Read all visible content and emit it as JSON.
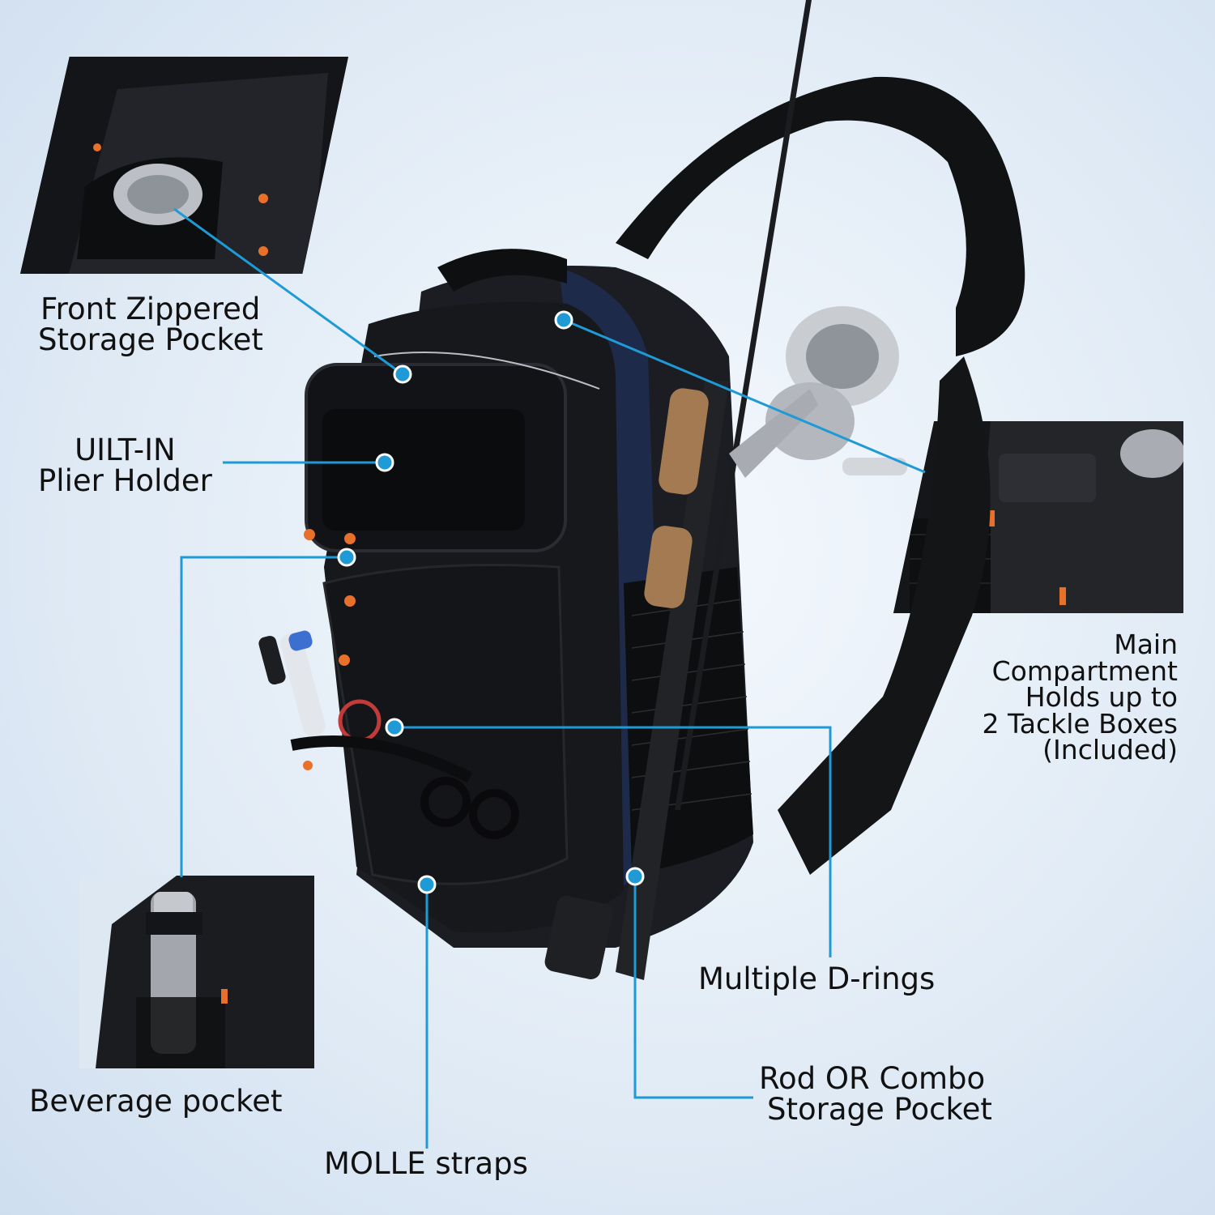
{
  "callouts": {
    "front_pocket": [
      "Front Zippered",
      "Storage Pocket"
    ],
    "plier_holder": [
      "UILT-IN",
      "Plier Holder"
    ],
    "main_compartment": [
      "Main",
      "Compartment",
      "Holds up to",
      "2 Tackle Boxes",
      "(Included)"
    ],
    "d_rings": "Multiple D-rings",
    "rod_pocket": [
      "Rod OR Combo",
      "Storage Pocket"
    ],
    "beverage_pocket": "Beverage pocket",
    "molle_straps": "MOLLE straps"
  },
  "colors": {
    "background": "#dde8f3",
    "leader_line": "#1e9ad6",
    "bag_body": "#17181b",
    "bag_panel": "#1e2a4a",
    "accent_orange": "#e8702a"
  },
  "icons": [
    "sling-bag-image",
    "fishing-rod-image",
    "spinning-reel-image",
    "pliers-image"
  ]
}
